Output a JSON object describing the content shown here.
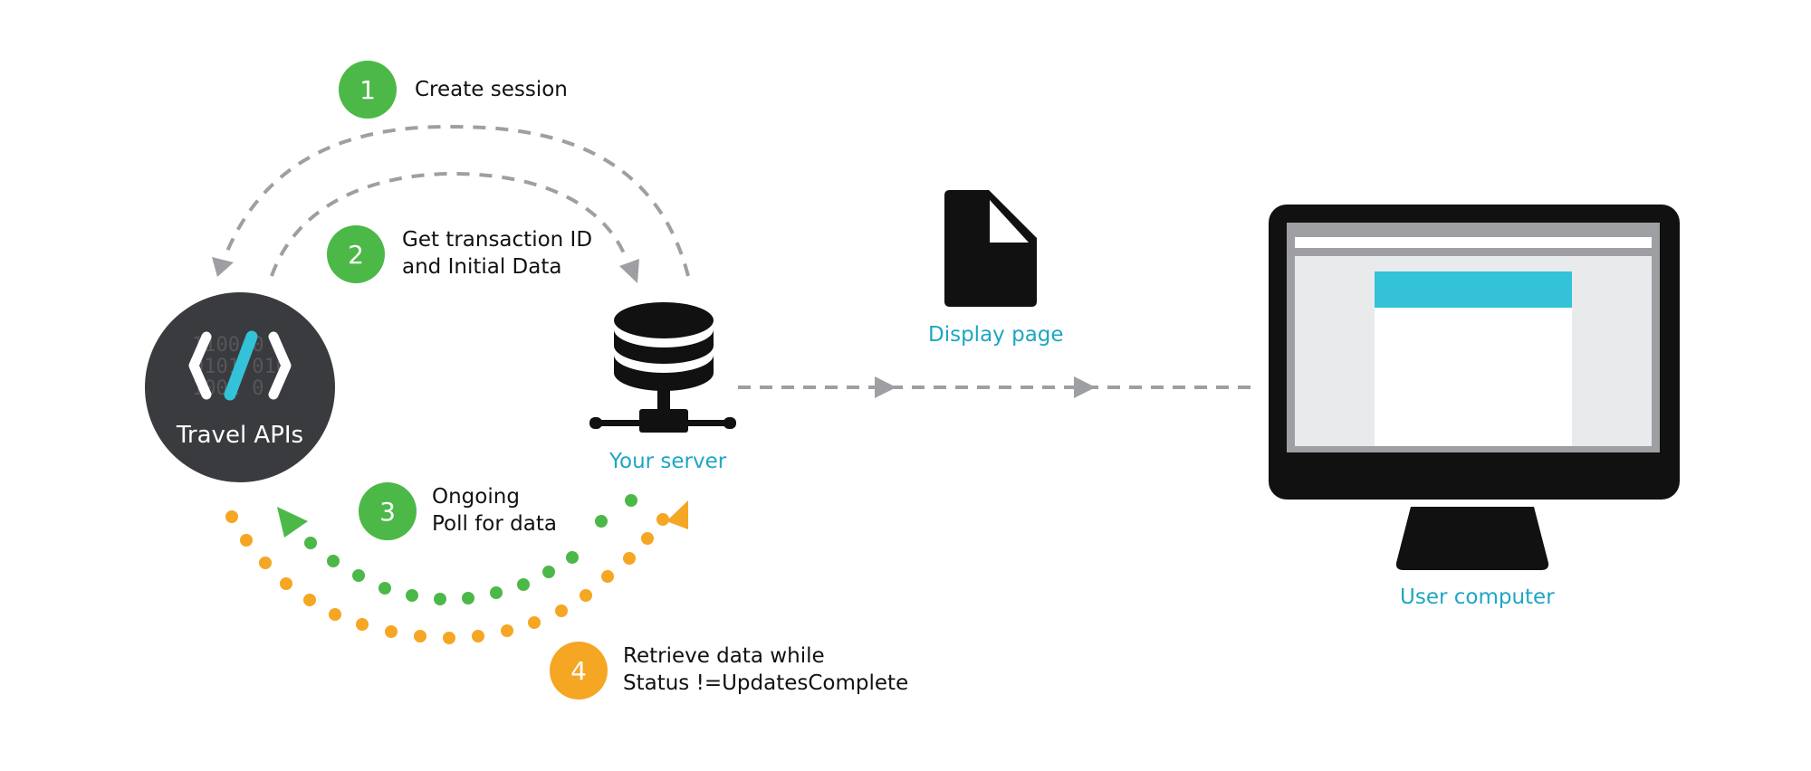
{
  "steps": [
    {
      "number": "1",
      "lines": [
        "Create session"
      ],
      "color": "#4cb848"
    },
    {
      "number": "2",
      "lines": [
        "Get transaction ID",
        "and  Initial Data"
      ],
      "color": "#4cb848"
    },
    {
      "number": "3",
      "lines": [
        "Ongoing",
        "Poll for data"
      ],
      "color": "#4cb848"
    },
    {
      "number": "4",
      "lines": [
        "Retrieve data while",
        "Status !=UpdatesComplete"
      ],
      "color": "#f5a623"
    }
  ],
  "nodes": {
    "travel_apis": {
      "label": "Travel APIs",
      "icon": "code-brackets-icon",
      "binary_text": [
        "1100 0",
        "0101 010",
        "1001 0"
      ]
    },
    "server": {
      "label": "Your server",
      "icon": "database-server-icon"
    },
    "display_page": {
      "label": "Display page",
      "icon": "document-icon"
    },
    "user_computer": {
      "label": "User computer",
      "icon": "monitor-icon"
    }
  },
  "colors": {
    "green": "#4cb848",
    "orange": "#f5a623",
    "teal": "#1ea6c4",
    "dark_circle": "#3a3b3f",
    "arrow_gray": "#9e9fa3",
    "screen_accent": "#33c2d8"
  }
}
